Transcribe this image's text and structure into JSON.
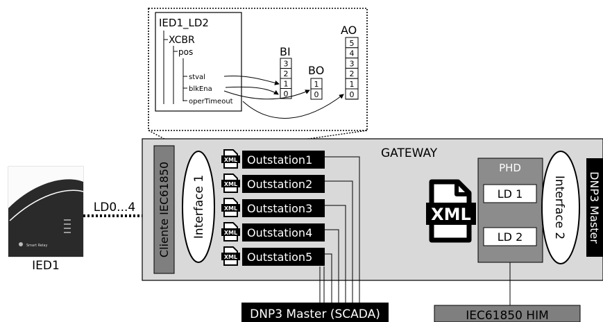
{
  "gateway": {
    "title": "GATEWAY"
  },
  "client": {
    "label": "Cliente IEC61850"
  },
  "interface1": {
    "label": "Interface 1"
  },
  "interface2": {
    "label": "Interface 2"
  },
  "dnp3_master_side": {
    "label": "DNP3 Master"
  },
  "phd": {
    "title": "PHD",
    "ld1": "LD 1",
    "ld2": "LD 2"
  },
  "xml_big": {
    "label": "XML"
  },
  "xml_small_label": "XML",
  "outstations": [
    {
      "label": "Outstation1"
    },
    {
      "label": "Outstation2"
    },
    {
      "label": "Outstation3"
    },
    {
      "label": "Outstation4"
    },
    {
      "label": "Outstation5"
    }
  ],
  "dnp3_scada": {
    "label": "DNP3 Master (SCADA)"
  },
  "him": {
    "label": "IEC61850 HIM"
  },
  "ied": {
    "label": "IED1",
    "link_label": "LD0...4",
    "device_text": "Smart Relay"
  },
  "detail": {
    "tree": {
      "root": "IED1_LD2",
      "xcbr": "XCBR",
      "pos": "pos",
      "stval": "stval",
      "blkena": "blkEna",
      "opertimeout": "operTimeout"
    },
    "bi": {
      "title": "BI",
      "cells": [
        "3",
        "2",
        "1",
        "0"
      ]
    },
    "bo": {
      "title": "BO",
      "cells": [
        "1",
        "0"
      ]
    },
    "ao": {
      "title": "AO",
      "cells": [
        "5",
        "4",
        "3",
        "2",
        "1",
        "0"
      ]
    }
  },
  "colors": {
    "gateway_bg": "#d9d9d9",
    "client_bar": "#7f7f7f",
    "phd_bg": "#8c8c8c",
    "him_bg": "#7f7f7f",
    "black": "#000000"
  }
}
